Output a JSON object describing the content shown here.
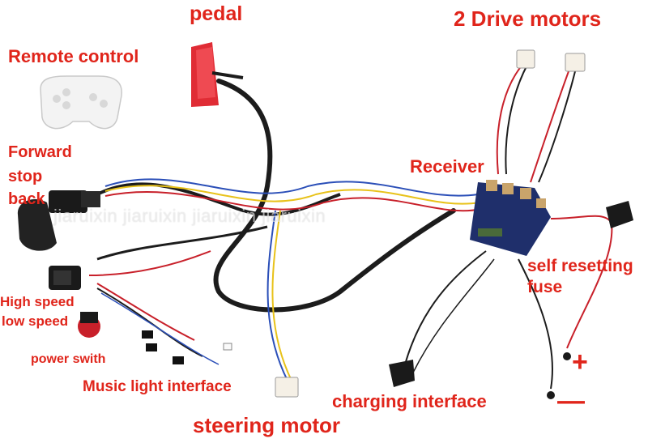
{
  "labels": {
    "pedal": "pedal",
    "drive_motors": "2 Drive motors",
    "remote_control": "Remote control",
    "forward": "Forward",
    "stop": "stop",
    "back": "back",
    "receiver": "Receiver",
    "high_speed": "High speed",
    "low_speed": "low speed",
    "self_resetting": "self resetting",
    "fuse": "fuse",
    "power_switch": "power swith",
    "plus": "+",
    "music_light": "Music light interface",
    "charging": "charging interface",
    "minus": "—",
    "steering": "steering motor"
  },
  "watermark": "jiaruixin  jiaruixin  jiaruixin   jiaruixin",
  "colors": {
    "label_red": "#e0251b",
    "harness_black": "#1c1c1c",
    "wire_red": "#c8202a",
    "wire_blue": "#2b4fb8",
    "wire_yellow": "#e8c21a",
    "pedal_red": "#e02c35",
    "receiver_blue": "#1f2f6b"
  },
  "icons": {
    "pedal": "red-foot-pedal",
    "remote": "white-gamepad-remote",
    "receiver": "receiver-board",
    "shift": "black-gear-shift-knob"
  }
}
